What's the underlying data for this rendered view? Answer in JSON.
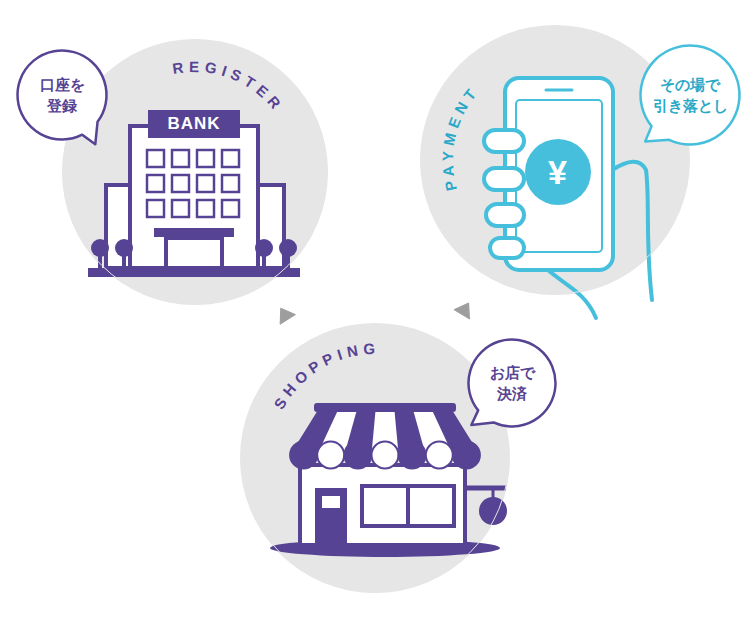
{
  "diagram": {
    "nodes": [
      {
        "text": [
          "REGISTER"
        ]
      },
      {
        "text": [
          "口座を 登録"
        ]
      },
      {
        "text": [
          "PAYMENT"
        ]
      },
      {
        "text": [
          "その場で 引き落とし"
        ]
      },
      {
        "text": [
          "SHOPPING"
        ]
      },
      {
        "text": [
          "お店で 決済"
        ]
      }
    ],
    "edges": [
      {
        "from": 4,
        "to": 0,
        "arrow": "to"
      },
      {
        "from": 4,
        "to": 2,
        "arrow": "to"
      }
    ],
    "labels": [
      "BANK",
      "¥"
    ]
  }
}
